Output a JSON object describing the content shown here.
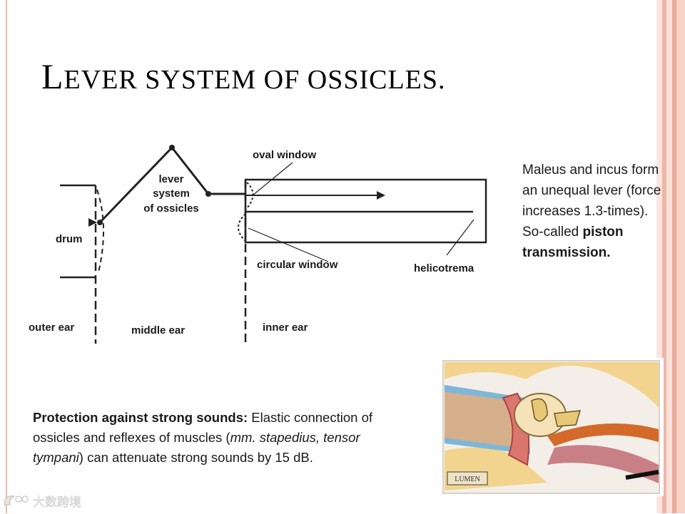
{
  "slide": {
    "title_first_letter": "L",
    "title_rest": "ever system of ossicles.",
    "colors": {
      "frame": "#e9b9ad",
      "text": "#1a1a1a"
    }
  },
  "diagram": {
    "labels": {
      "oval_window": "oval window",
      "lever_line1": "lever",
      "lever_line2": "system",
      "lever_line3": "of ossicles",
      "drum": "drum",
      "circular_window": "circular window",
      "helicotrema": "helicotrema",
      "outer_ear": "outer ear",
      "middle_ear": "middle ear",
      "inner_ear": "inner ear"
    }
  },
  "side_text": {
    "plain": "Maleus and incus form an unequal lever (force increases 1.3-times). So-called ",
    "bold": "piston transmission."
  },
  "bottom_text": {
    "bold": "Protection against strong sounds:",
    "part1": " Elastic connection of ossicles and reflexes of muscles (",
    "italic1": "mm. stapedius, tensor tympani",
    "part2": ") can attenuate strong sounds by 15 dB."
  },
  "ear_image": {
    "logo_text": "LUMEN",
    "icon": "middle-ear-cross-section"
  },
  "watermark": {
    "text": "大数跨境",
    "icon": "watermark-logo-icon"
  }
}
